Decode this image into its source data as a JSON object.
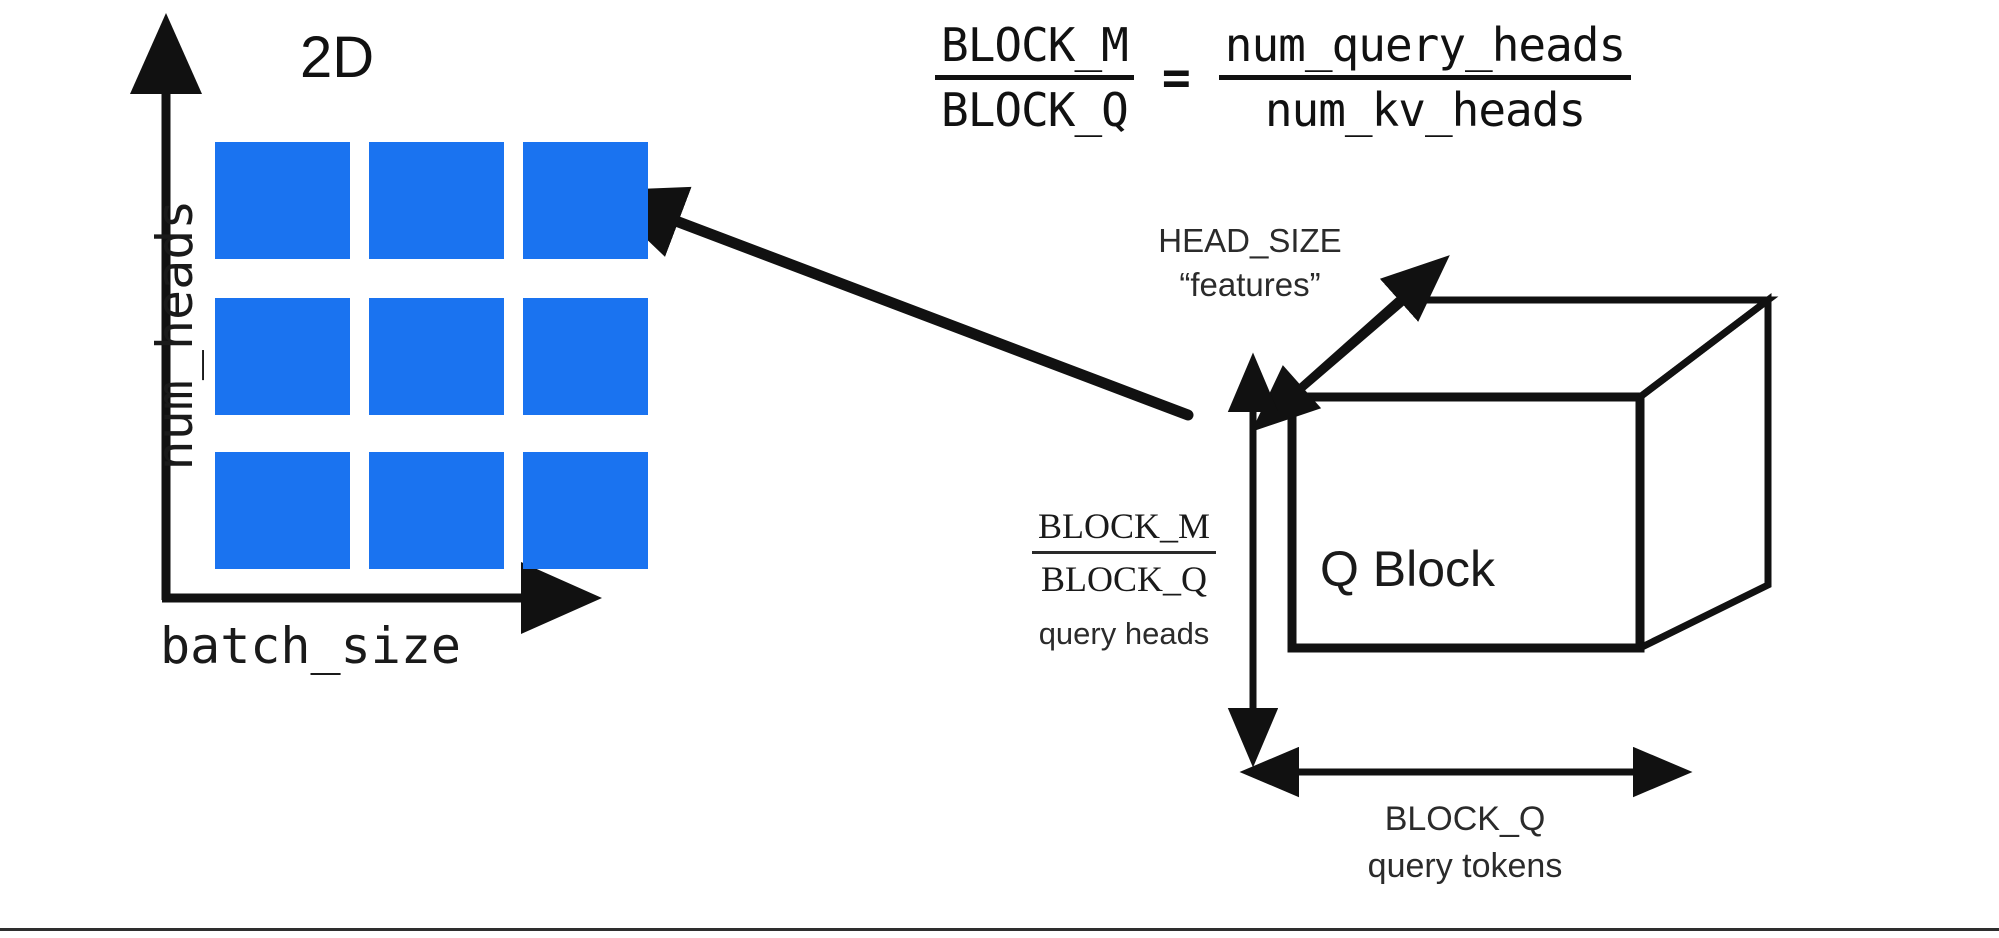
{
  "diagram": {
    "title_left": "2D",
    "background": "#ffffff",
    "ink_color": "#1a1a1a",
    "cell_color": "#1a73f0"
  },
  "plot_2d": {
    "title": "2D",
    "y_axis_label": "num_heads",
    "x_axis_label": "batch_size",
    "grid_rows": 3,
    "grid_cols": 3,
    "cell_color": "#1a73f0"
  },
  "equation": {
    "left_numerator": "BLOCK_M",
    "left_denominator": "BLOCK_Q",
    "operator": "=",
    "right_numerator": "num_query_heads",
    "right_denominator": "num_kv_heads"
  },
  "cube": {
    "face_label": "Q Block",
    "depth_label_line1": "HEAD_SIZE",
    "depth_label_line2": "“features”",
    "height_numerator": "BLOCK_M",
    "height_denominator": "BLOCK_Q",
    "height_caption": "query heads",
    "width_label_line1": "BLOCK_Q",
    "width_label_line2": "query tokens"
  },
  "chart_data": {
    "type": "heatmap",
    "title": "2D",
    "xlabel": "batch_size",
    "ylabel": "num_heads",
    "rows": 3,
    "cols": 3,
    "values": [
      [
        1,
        1,
        1
      ],
      [
        1,
        1,
        1
      ],
      [
        1,
        1,
        1
      ]
    ],
    "cell_color": "#1a73f0",
    "grid": false,
    "legend": "none"
  }
}
